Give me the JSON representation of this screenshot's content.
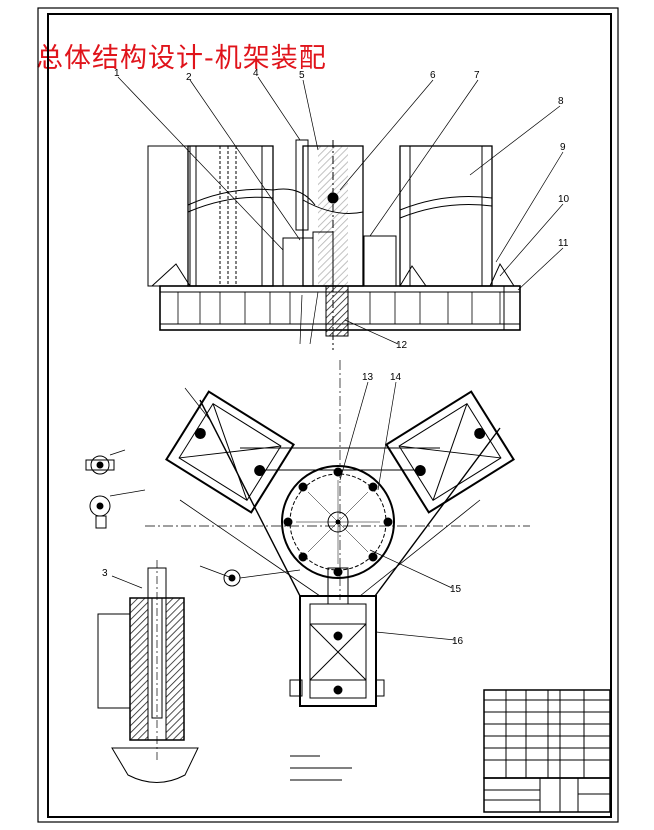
{
  "title": "总体结构设计-机架装配",
  "callouts": [
    "1",
    "2",
    "3",
    "4",
    "5",
    "6",
    "7",
    "8",
    "9",
    "10",
    "11",
    "12",
    "13",
    "14",
    "15",
    "16"
  ],
  "colors": {
    "line": "#000000",
    "title": "#e0141b",
    "hatch": "#222222"
  }
}
